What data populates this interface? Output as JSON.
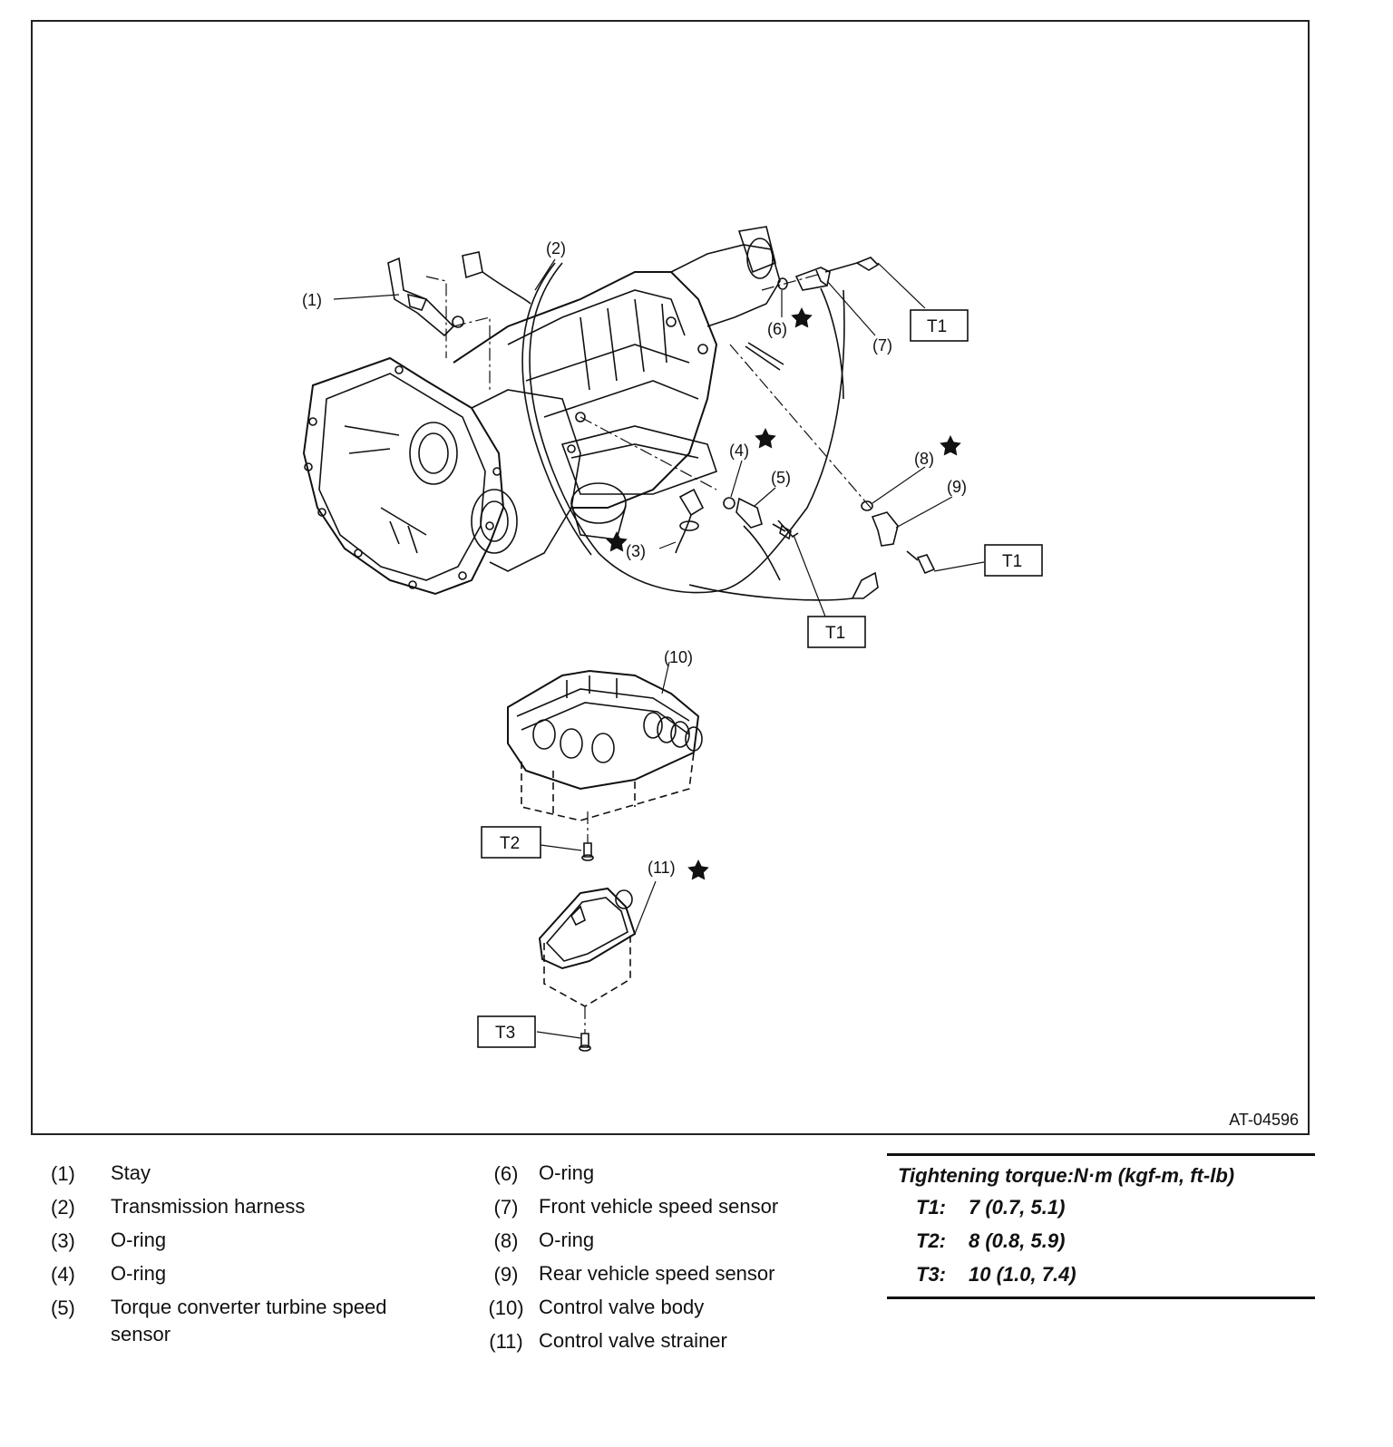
{
  "figure_id": "AT-04596",
  "callouts": [
    "(1)",
    "(2)",
    "(3)",
    "(4)",
    "(5)",
    "(6)",
    "(7)",
    "(8)",
    "(9)",
    "(10)",
    "(11)"
  ],
  "torque_boxes": [
    "T1",
    "T1",
    "T1",
    "T2",
    "T3"
  ],
  "legend_left": [
    {
      "num": "(1)",
      "label": "Stay"
    },
    {
      "num": "(2)",
      "label": "Transmission harness"
    },
    {
      "num": "(3)",
      "label": "O-ring"
    },
    {
      "num": "(4)",
      "label": "O-ring"
    },
    {
      "num": "(5)",
      "label": "Torque converter turbine speed\nsensor"
    }
  ],
  "legend_right": [
    {
      "num": "(6)",
      "label": "O-ring"
    },
    {
      "num": "(7)",
      "label": "Front vehicle speed sensor"
    },
    {
      "num": "(8)",
      "label": "O-ring"
    },
    {
      "num": "(9)",
      "label": "Rear vehicle speed sensor"
    },
    {
      "num": "(10)",
      "label": "Control valve body"
    },
    {
      "num": "(11)",
      "label": "Control valve strainer"
    }
  ],
  "torque_table": {
    "heading": "Tightening torque:N·m (kgf-m, ft-lb)",
    "rows": [
      {
        "key": "T1:",
        "value": "7 (0.7, 5.1)"
      },
      {
        "key": "T2:",
        "value": "8 (0.8, 5.9)"
      },
      {
        "key": "T3:",
        "value": "10 (1.0, 7.4)"
      }
    ]
  }
}
